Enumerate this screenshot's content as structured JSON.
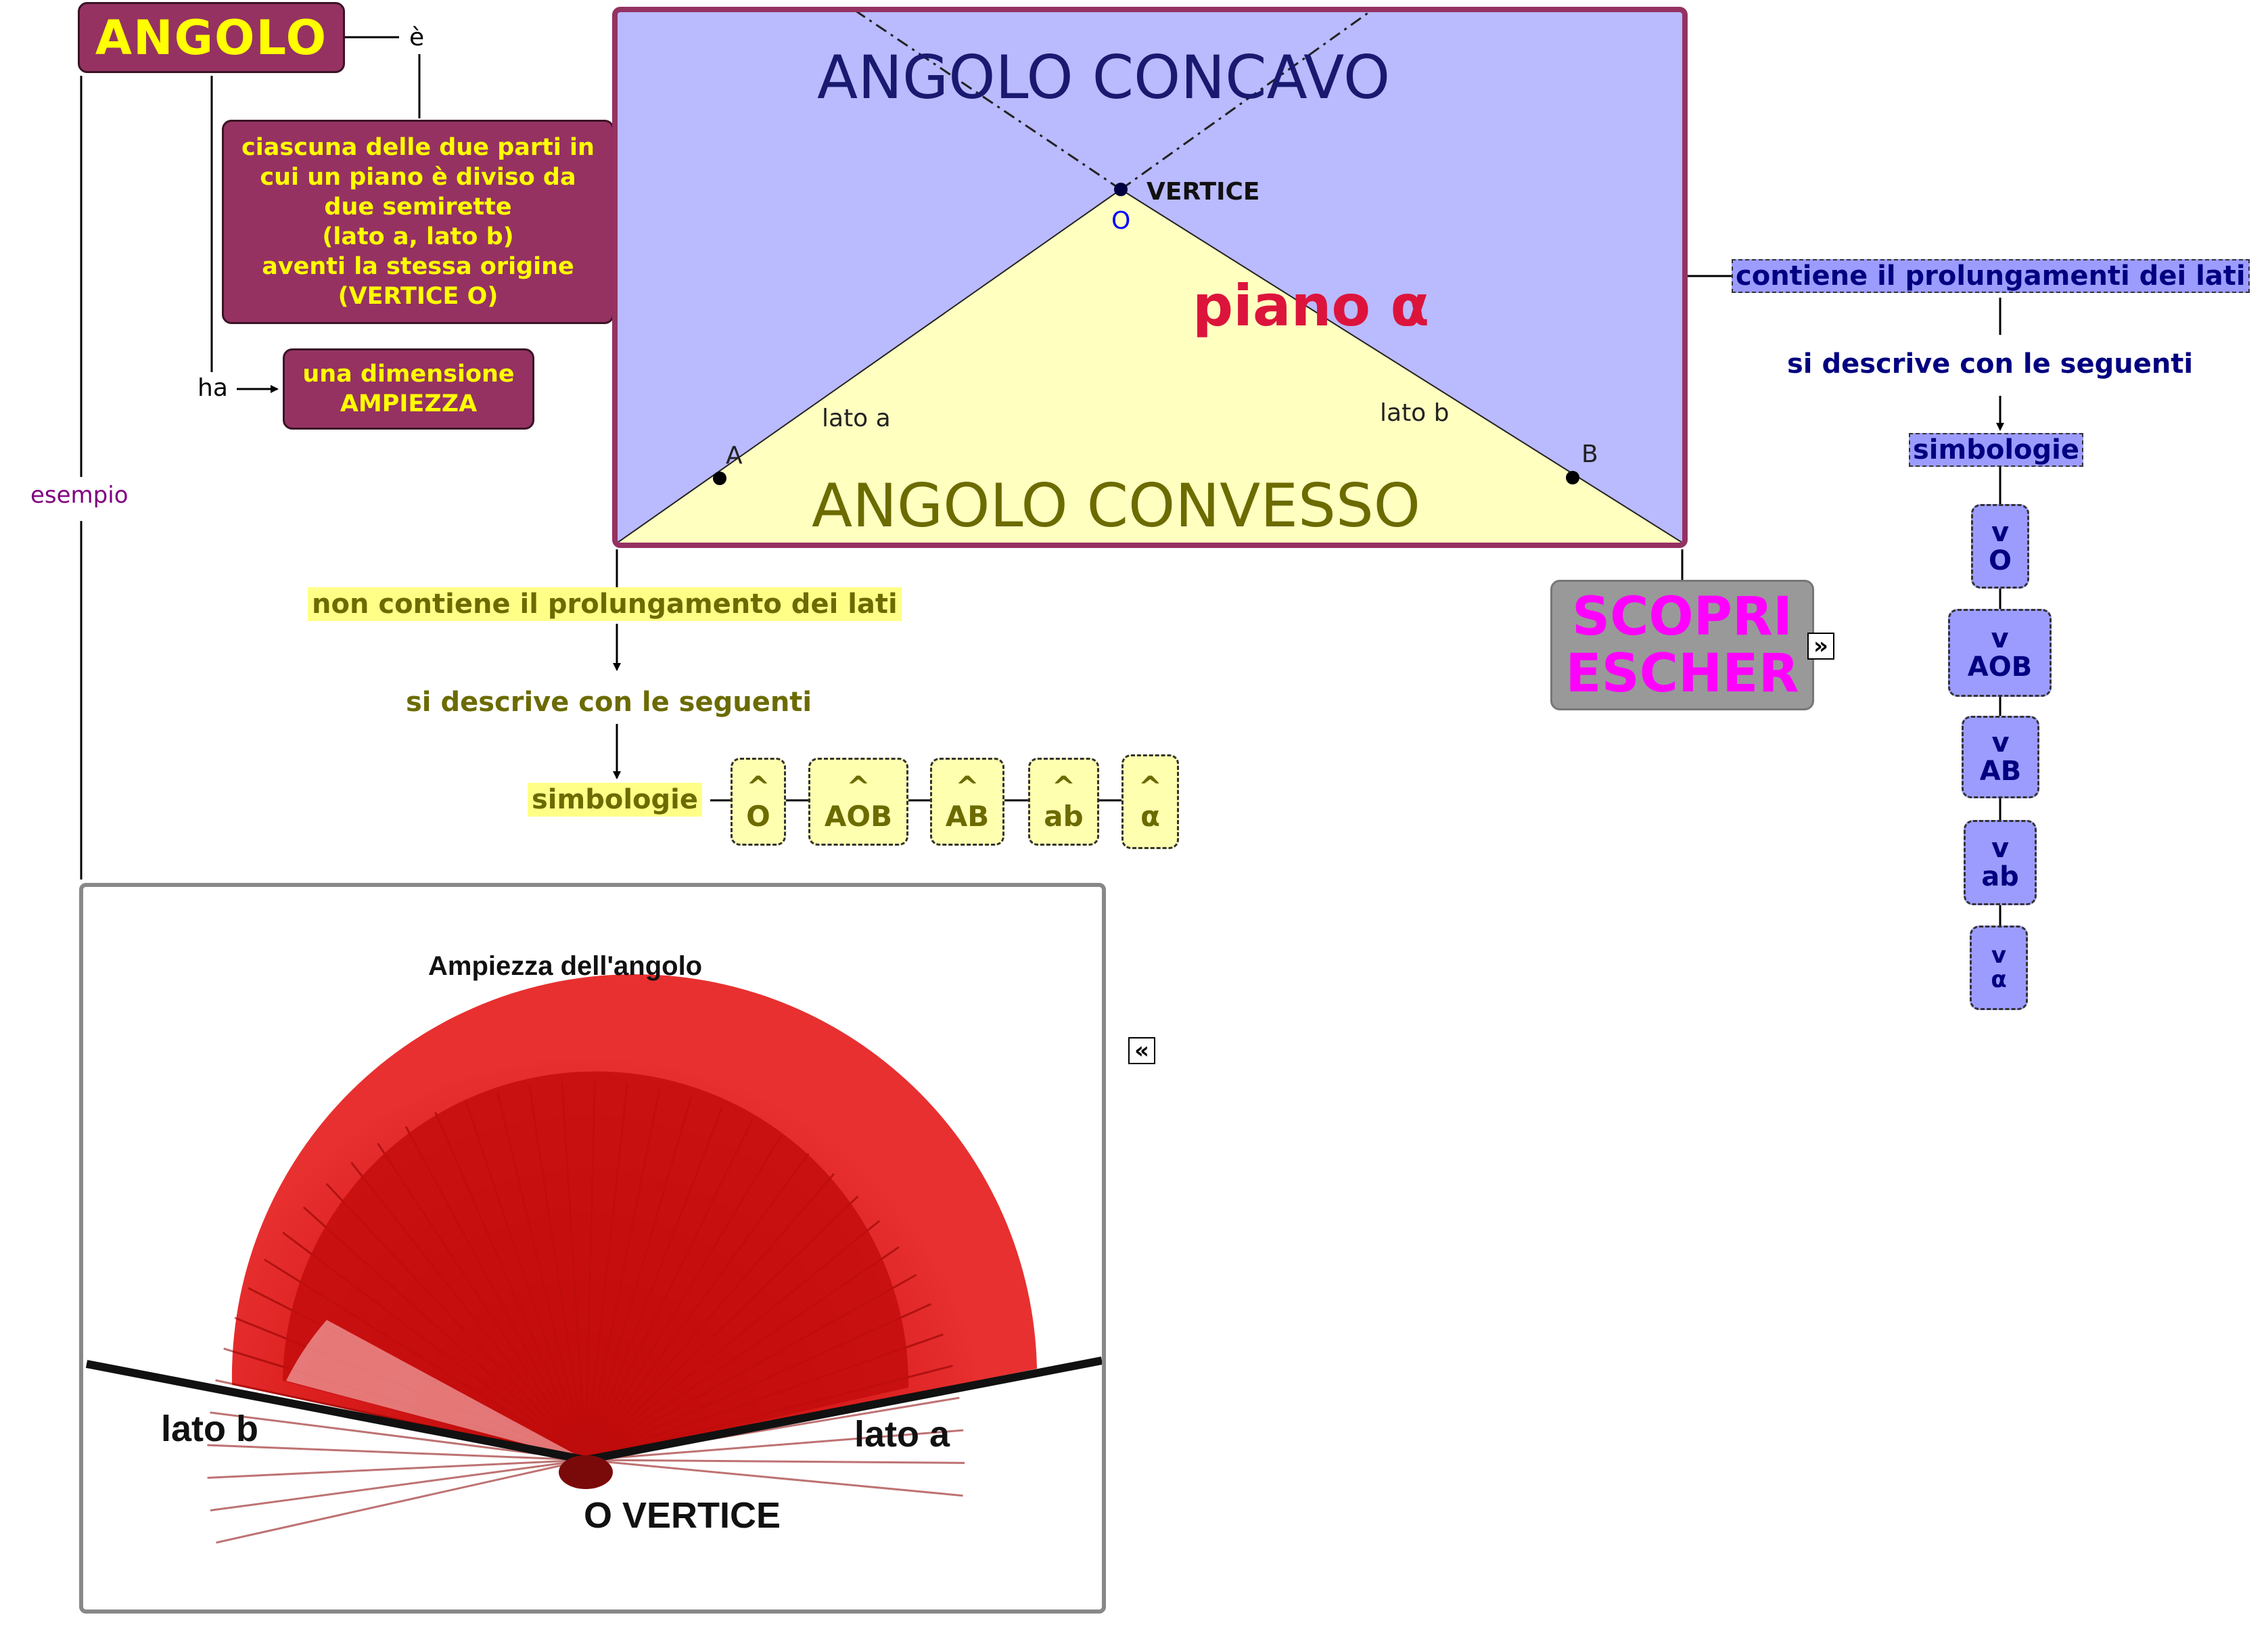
{
  "root": {
    "title": "ANGOLO"
  },
  "links": {
    "e": "è",
    "ha": "ha",
    "esempio": "esempio"
  },
  "definition": {
    "lines": [
      "ciascuna delle due parti in",
      "cui un piano è diviso da",
      "due semirette",
      "(lato a, lato b)",
      "aventi la stessa origine",
      "(VERTICE O)"
    ]
  },
  "dimension": {
    "lines": [
      "una dimensione",
      "AMPIEZZA"
    ]
  },
  "geometry_figure": {
    "concave_title": "ANGOLO CONCAVO",
    "convex_title": "ANGOLO CONVESSO",
    "vertex_label": "VERTICE",
    "vertex_point": "O",
    "plane_label": "piano α",
    "side_a": "lato a",
    "side_b": "lato b",
    "point_a": "A",
    "point_b": "B",
    "colors": {
      "concave": "#babaff",
      "convex": "#ffffc0",
      "frame": "#953262",
      "plane": "#dc143c"
    }
  },
  "convex_branch": {
    "phrase": "non contiene il prolungamento dei lati",
    "describe": "si descrive con le seguenti",
    "symbols_label": "simbologie",
    "symbols": [
      {
        "hat": "^",
        "text": "O"
      },
      {
        "hat": "^",
        "text": "AOB"
      },
      {
        "hat": "^",
        "text": "AB"
      },
      {
        "hat": "^",
        "text": "ab"
      },
      {
        "hat": "^",
        "text": "α"
      }
    ]
  },
  "concave_branch": {
    "phrase": "contiene il prolungamenti dei lati",
    "describe": "si descrive con le seguenti",
    "symbols_label": "simbologie",
    "symbols": [
      {
        "hat": "v",
        "text": "O"
      },
      {
        "hat": "v",
        "text": "AOB"
      },
      {
        "hat": "v",
        "text": "AB"
      },
      {
        "hat": "v",
        "text": "ab"
      },
      {
        "hat": "v",
        "text": "α"
      }
    ]
  },
  "escher_button": {
    "lines": [
      "SCOPRI",
      "ESCHER"
    ],
    "icon": "forward-double-chevron-icon"
  },
  "fan_figure": {
    "title": "Ampiezza dell'angolo",
    "side_b": "lato b",
    "side_a": "lato a",
    "vertex": "O VERTICE",
    "icon": "back-double-chevron-icon"
  }
}
